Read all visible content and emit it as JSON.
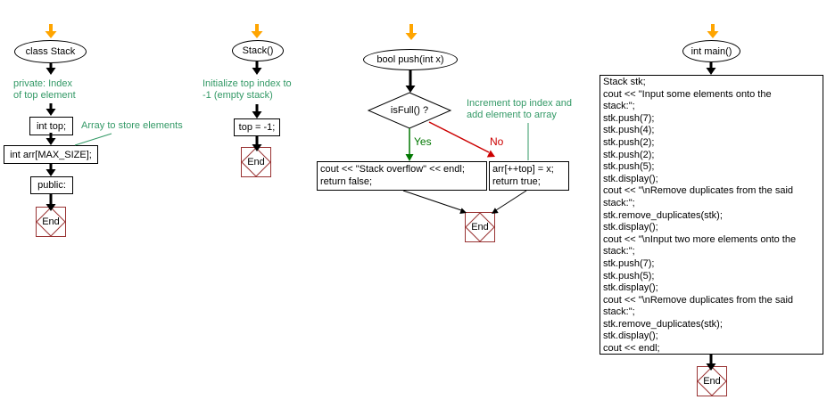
{
  "colors": {
    "annotation_green": "#339966",
    "yes_green": "#007700",
    "no_red": "#cc0000",
    "entry_arrow_orange": "#ffa500",
    "end_symbol_red": "#993333",
    "node_border": "#000000",
    "background": "#ffffff"
  },
  "class_stack": {
    "start_label": "class Stack",
    "note_index": [
      "private: Index",
      "of top element"
    ],
    "box_top": "int top;",
    "note_array": "Array to store elements",
    "box_arr": "int arr[MAX_SIZE];",
    "box_public": "public:",
    "end_label": "End"
  },
  "constructor": {
    "start_label": "Stack()",
    "note": [
      "Initialize top index to",
      "-1 (empty stack)"
    ],
    "box_init": "top = -1;",
    "end_label": "End"
  },
  "push": {
    "start_label": "bool push(int x)",
    "decision_label": "isFull() ?",
    "yes_label": "Yes",
    "no_label": "No",
    "note": [
      "Increment top index and",
      "add element to array"
    ],
    "overflow_box": [
      "cout << \"Stack overflow\" << endl;",
      "return false;"
    ],
    "push_box": [
      "arr[++top] = x;",
      "return true;"
    ],
    "end_label": "End"
  },
  "main": {
    "start_label": "int main()",
    "code_lines": [
      "Stack stk;",
      "cout << \"Input some elements onto the",
      "stack:\";",
      "stk.push(7);",
      "stk.push(4);",
      "stk.push(2);",
      "stk.push(2);",
      "stk.push(5);",
      "stk.display();",
      "cout << \"\\nRemove duplicates from the said",
      "stack:\";",
      "stk.remove_duplicates(stk);",
      "stk.display();",
      "cout << \"\\nInput two more elements onto the",
      "stack:\";",
      "stk.push(7);",
      "stk.push(5);",
      "stk.display();",
      "cout << \"\\nRemove duplicates from the said",
      "stack:\";",
      "stk.remove_duplicates(stk);",
      "stk.display();",
      "cout << endl;"
    ],
    "end_label": "End"
  }
}
